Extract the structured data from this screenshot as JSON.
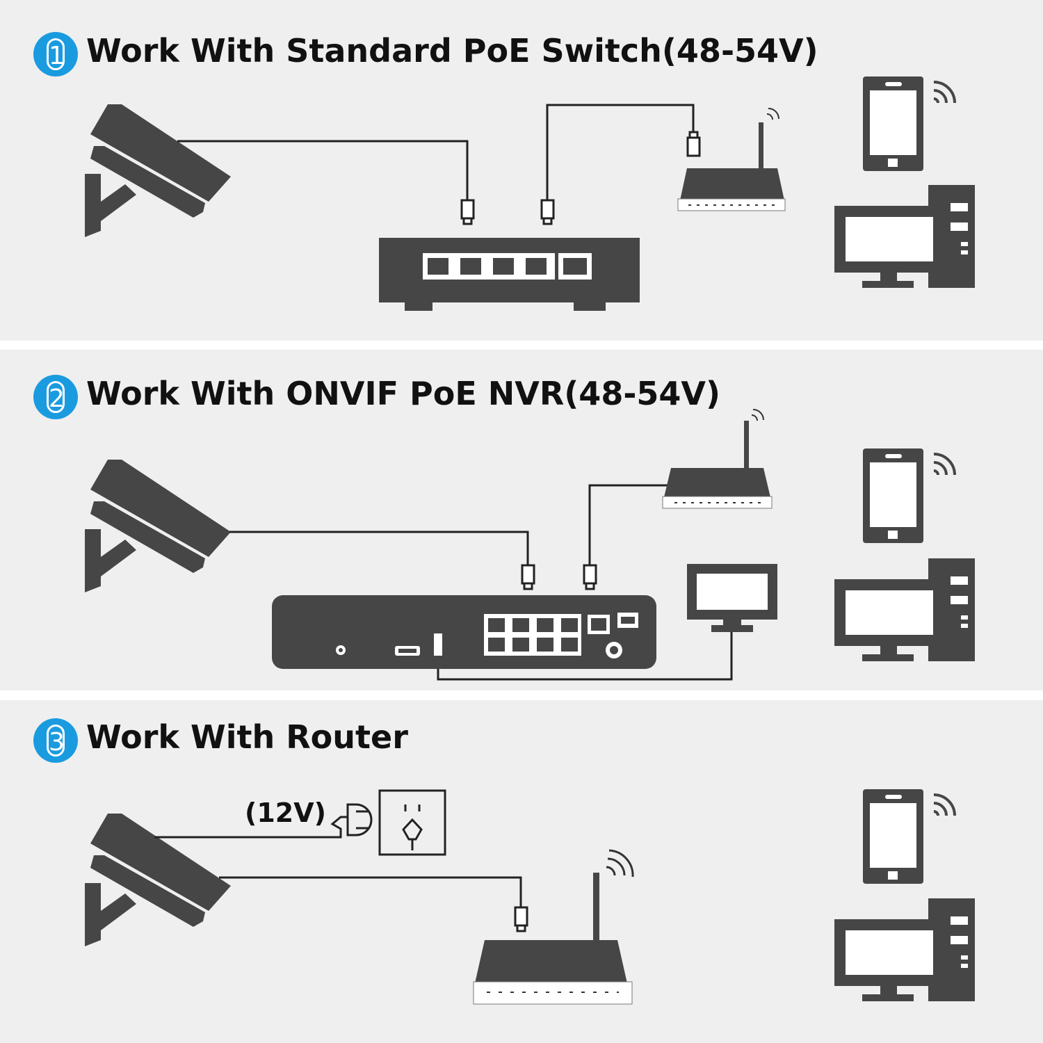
{
  "sections": [
    {
      "number": "1",
      "title": "Work With Standard PoE Switch(48-54V)"
    },
    {
      "number": "2",
      "title": "Work With ONVIF PoE NVR(48-54V)"
    },
    {
      "number": "3",
      "title": "Work With Router",
      "voltage_label": "(12V)"
    }
  ],
  "colors": {
    "badge": "#1a9be0",
    "device": "#464646",
    "background": "#efefef"
  },
  "icons": [
    "camera-icon",
    "poe-switch-icon",
    "router-icon",
    "nvr-icon",
    "monitor-icon",
    "phone-icon",
    "computer-icon",
    "power-plug-icon",
    "wall-outlet-icon",
    "wifi-signal-icon"
  ]
}
